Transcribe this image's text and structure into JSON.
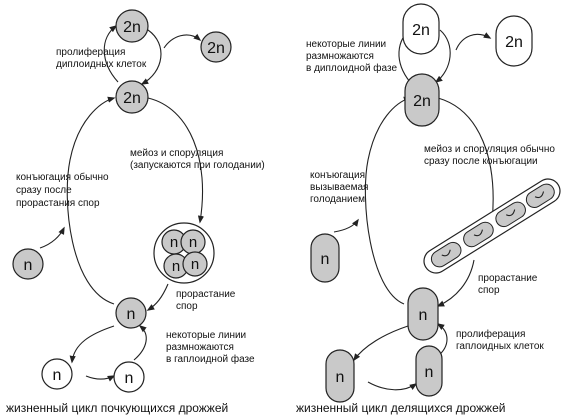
{
  "left": {
    "cell_labels": {
      "top_2n": "2n",
      "side_2n": "2n",
      "mid_2n": "2n",
      "ascus_n1": "n",
      "ascus_n2": "n",
      "ascus_n3": "n",
      "ascus_n4": "n",
      "spore_n": "n",
      "bottom_n": "n",
      "haploid_left": "n",
      "haploid_right": "n"
    },
    "notes": {
      "proliferation": [
        "пролиферация",
        "диплоидных клеток"
      ],
      "meiosis": [
        "мейоз и споруляция",
        "(запускаются при голодании)"
      ],
      "conjugation": [
        "конъюгация обычно",
        "сразу после",
        "прорастания спор"
      ],
      "germination": [
        "прорастание",
        "спор"
      ],
      "haploid_lines": [
        "некоторые линии",
        "размножаются",
        "в гаплоидной фазе"
      ]
    },
    "caption": "жизненный цикл почкующихся дрожжей"
  },
  "right": {
    "cell_labels": {
      "top_2n": "2n",
      "side_2n": "2n",
      "mid_2n": "2n",
      "spore_n": "n",
      "bottom_n": "n",
      "haploid_left": "n",
      "haploid_right": "n"
    },
    "notes": {
      "diploid_lines": [
        "некоторые линии",
        "размножаются",
        "в диплоидной фазе"
      ],
      "meiosis": [
        "мейоз и споруляция обычно",
        "сразу после конъюгации"
      ],
      "conjugation": [
        "конъюгация",
        "вызываемая",
        "голоданием"
      ],
      "germination": [
        "прорастание",
        "спор"
      ],
      "proliferation": [
        "пролиферация",
        "гаплоидных клеток"
      ]
    },
    "caption": "жизненный цикл делящихся дрожжей"
  },
  "colors": {
    "diploid_fill": "#c9c9c9",
    "haploid_fill": "#ffffff",
    "stroke": "#222222"
  }
}
